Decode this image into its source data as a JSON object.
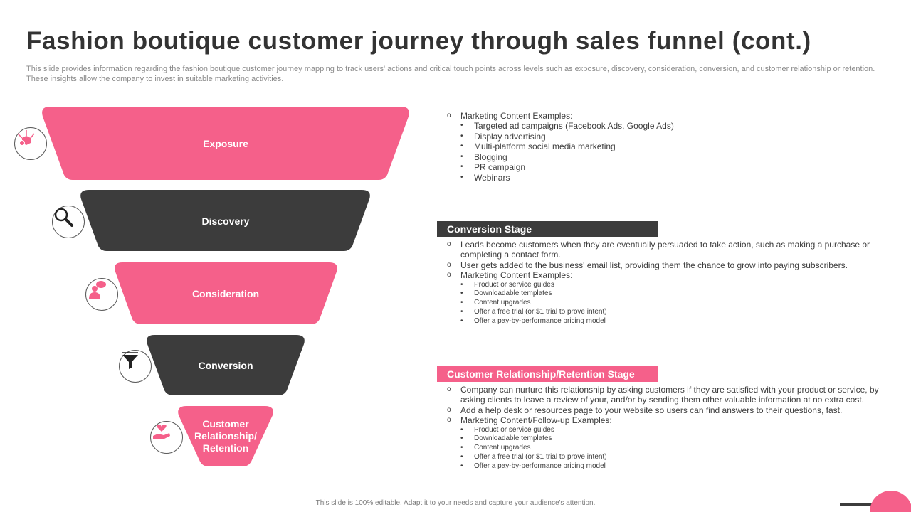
{
  "title": "Fashion boutique customer journey through sales funnel (cont.)",
  "subtitle": "This slide provides information regarding the fashion boutique customer journey mapping to track users' actions and critical touch points across levels such as exposure, discovery, consideration, conversion, and customer relationship or retention. These insights allow the company to invest in suitable marketing activities.",
  "colors": {
    "pink": "#f5608a",
    "dark": "#3c3c3c"
  },
  "funnel": {
    "stages": [
      {
        "label": "Exposure",
        "icon": "network-box-icon",
        "color": "pink"
      },
      {
        "label": "Discovery",
        "icon": "magnifier-icon",
        "color": "dark"
      },
      {
        "label": "Consideration",
        "icon": "people-chat-icon",
        "color": "pink"
      },
      {
        "label": "Conversion",
        "icon": "funnel-icon",
        "color": "dark"
      },
      {
        "label": "Customer Relationship/ Retention",
        "icon": "hand-heart-icon",
        "color": "pink"
      }
    ]
  },
  "exposure": {
    "heading": "Marketing Content Examples:",
    "items": [
      "Targeted ad campaigns (Facebook Ads, Google Ads)",
      "Display advertising",
      "Multi-platform social media marketing",
      "Blogging",
      "PR campaign",
      "Webinars"
    ]
  },
  "conversion": {
    "title": "Conversion Stage",
    "points": [
      "Leads become customers when they are eventually persuaded to take action, such as making a purchase or completing a contact form.",
      "User gets added to the business' email list, providing them the chance to grow into paying subscribers.",
      "Marketing Content Examples:"
    ],
    "examples": [
      "Product or service guides",
      "Downloadable templates",
      "Content upgrades",
      "Offer a free trial (or $1 trial to prove intent)",
      "Offer a pay-by-performance pricing model"
    ]
  },
  "retention": {
    "title": "Customer Relationship/Retention Stage",
    "points": [
      "Company can nurture this relationship by asking customers if they are satisfied with your product or service, by asking clients to leave a review of your, and/or by sending them other valuable information at no extra cost.",
      "Add a help desk or resources page to your website so users can find answers to their questions, fast.",
      "Marketing Content/Follow-up Examples:"
    ],
    "examples": [
      "Product or service guides",
      "Downloadable templates",
      "Content upgrades",
      "Offer a free trial (or $1 trial to prove intent)",
      "Offer a pay-by-performance pricing model"
    ]
  },
  "footer": "This slide is 100% editable. Adapt it to your needs and capture your audience's attention."
}
